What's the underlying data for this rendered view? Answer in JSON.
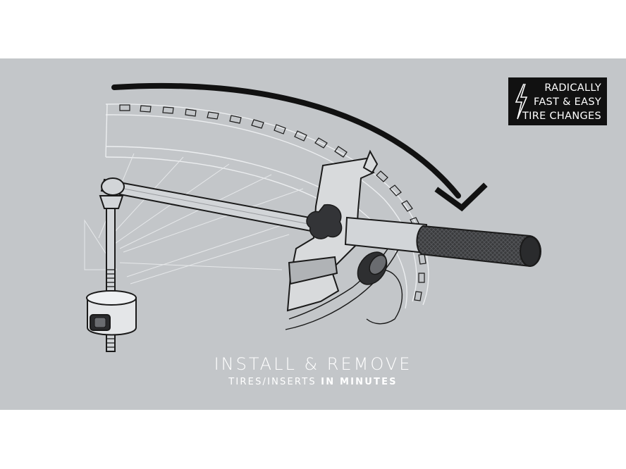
{
  "badge": {
    "icon": "lightning-bolt-icon",
    "lines": [
      "RADICALLY",
      "FAST & EASY",
      "TIRE CHANGES"
    ]
  },
  "caption": {
    "title": "INSTALL & REMOVE",
    "subtitle_prefix": "TIRES/INSERTS",
    "subtitle_emphasis": "IN MINUTES"
  },
  "colors": {
    "page": "#ffffff",
    "panel": "#c3c6c9",
    "badge": "#111111",
    "line_art": "#1a1a1a",
    "text": "#ffffff"
  }
}
